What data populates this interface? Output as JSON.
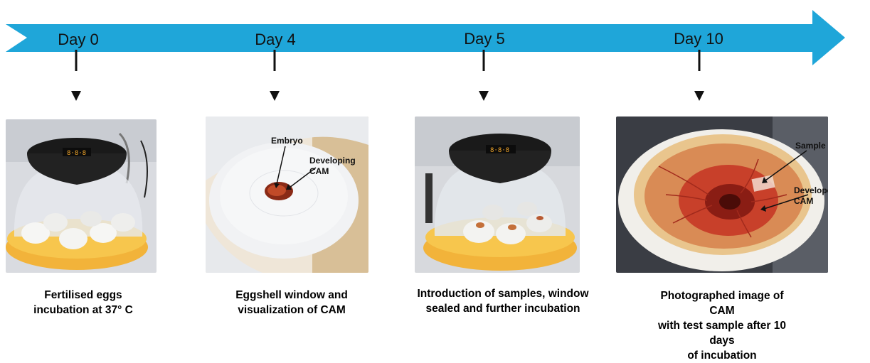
{
  "timeline": {
    "colors": {
      "arrow": "#1fa6d9",
      "down_arrow": "#111111"
    },
    "steps": [
      {
        "day": "Day 0",
        "caption": "Fertilised eggs\nincubation at 37° C",
        "photo": "incubator-with-eggs-photo"
      },
      {
        "day": "Day 4",
        "caption": "Eggshell window and\nvisualization of CAM",
        "photo": "eggshell-window-photo",
        "labels": [
          "Embryo",
          "Developing\nCAM"
        ]
      },
      {
        "day": "Day 5",
        "caption": "Introduction of samples, window\nsealed and further incubation",
        "photo": "sealed-eggs-incubator-photo"
      },
      {
        "day": "Day 10",
        "caption": "Photographed image of CAM\nwith test sample after 10 days\nof incubation",
        "photo": "cam-with-sample-photo",
        "labels": [
          "Sample",
          "Developed\nCAM"
        ]
      }
    ]
  },
  "annotations": {
    "embryo": "Embryo",
    "developing_cam_1": "Developing",
    "developing_cam_2": "CAM",
    "sample": "Sample",
    "developed_cam_1": "Developed",
    "developed_cam_2": "CAM"
  }
}
